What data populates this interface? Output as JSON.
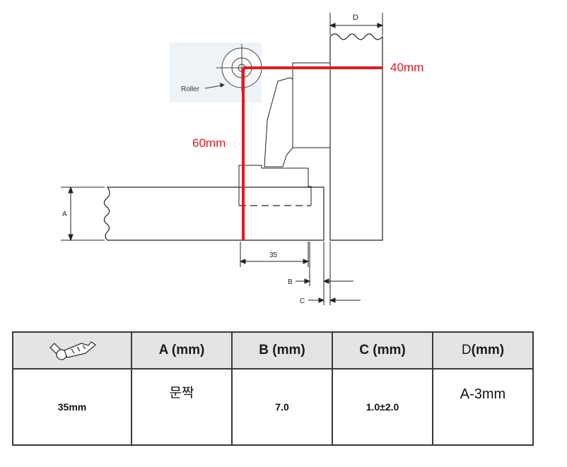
{
  "diagram": {
    "labels": {
      "depth": "D",
      "offset_horizontal": "40mm",
      "offset_vertical": "60mm",
      "roller": "Roller",
      "door_thickness": "A",
      "cup_distance": "35",
      "b_label": "B",
      "c_label": "C"
    },
    "colors": {
      "accent": "#e01b24",
      "line": "#222222",
      "roller_panel": "#eef3f8"
    }
  },
  "table": {
    "header": {
      "hinge_icon": "hinge-icon",
      "a": "A (mm)",
      "b": "B (mm)",
      "c": "C (mm)",
      "d_letter": "D",
      "d_unit": "(mm)"
    },
    "row": {
      "hinge": "35mm",
      "a": "문짝",
      "b": "7.0",
      "c": "1.0±2.0",
      "d": "A-3mm"
    }
  }
}
